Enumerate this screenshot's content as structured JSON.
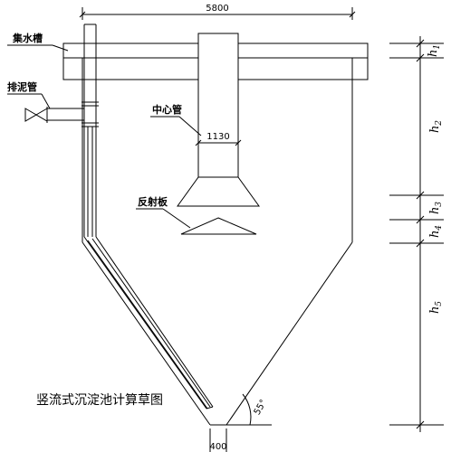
{
  "dimensions": {
    "top_width": "5800",
    "center_pipe_dia": "1130",
    "bottom_width": "400",
    "angle": "55°"
  },
  "labels": {
    "collection_trough": "集水槽",
    "sludge_pipe": "排泥管",
    "center_pipe": "中心管",
    "reflector_plate": "反射板"
  },
  "heights": {
    "h1": "h",
    "h1_sub": "1",
    "h2": "h",
    "h2_sub": "2",
    "h3": "h",
    "h3_sub": "3",
    "h4": "h",
    "h4_sub": "4",
    "h5": "h",
    "h5_sub": "5"
  },
  "title": "竖流式沉淀池计算草图"
}
